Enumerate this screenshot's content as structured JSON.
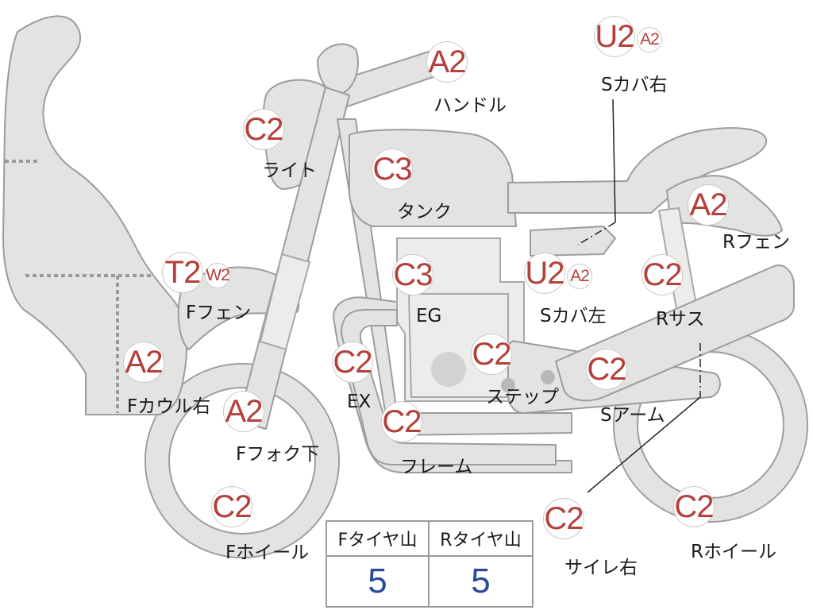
{
  "parts": [
    {
      "id": "handle",
      "label": "ハンドル",
      "grades": [
        "A2"
      ]
    },
    {
      "id": "seat-cover-right",
      "label": "Sカバ右",
      "grades": [
        "U2",
        "A2"
      ]
    },
    {
      "id": "light",
      "label": "ライト",
      "grades": [
        "C2"
      ]
    },
    {
      "id": "tank",
      "label": "タンク",
      "grades": [
        "C3"
      ]
    },
    {
      "id": "rear-fender",
      "label": "Rフェン",
      "grades": [
        "A2"
      ]
    },
    {
      "id": "front-fender",
      "label": "Fフェン",
      "grades": [
        "T2",
        "W2"
      ]
    },
    {
      "id": "engine",
      "label": "EG",
      "grades": [
        "C3"
      ]
    },
    {
      "id": "seat-cover-left",
      "label": "Sカバ左",
      "grades": [
        "U2",
        "A2"
      ]
    },
    {
      "id": "rear-suspension",
      "label": "Rサス",
      "grades": [
        "C2"
      ]
    },
    {
      "id": "front-cowl-right",
      "label": "Fカウル右",
      "grades": [
        "A2"
      ]
    },
    {
      "id": "exhaust",
      "label": "EX",
      "grades": [
        "C2"
      ]
    },
    {
      "id": "step",
      "label": "ステップ",
      "grades": [
        "C2"
      ]
    },
    {
      "id": "swing-arm",
      "label": "Sアーム",
      "grades": [
        "C2"
      ]
    },
    {
      "id": "front-fork-lower",
      "label": "Fフォク下",
      "grades": [
        "A2"
      ]
    },
    {
      "id": "frame",
      "label": "フレーム",
      "grades": [
        "C2"
      ]
    },
    {
      "id": "front-wheel",
      "label": "Fホイール",
      "grades": [
        "C2"
      ]
    },
    {
      "id": "silencer-right",
      "label": "サイレ右",
      "grades": [
        "C2"
      ]
    },
    {
      "id": "rear-wheel",
      "label": "Rホイール",
      "grades": [
        "C2"
      ]
    }
  ],
  "tire_table": {
    "front_header": "Fタイヤ山",
    "rear_header": "Rタイヤ山",
    "front_value": "5",
    "rear_value": "5"
  },
  "colors": {
    "grade_text": "#b3403a",
    "tire_value_text": "#2a4a9a",
    "body_fill": "#e3e3e1",
    "outline": "#9c9c9c"
  }
}
